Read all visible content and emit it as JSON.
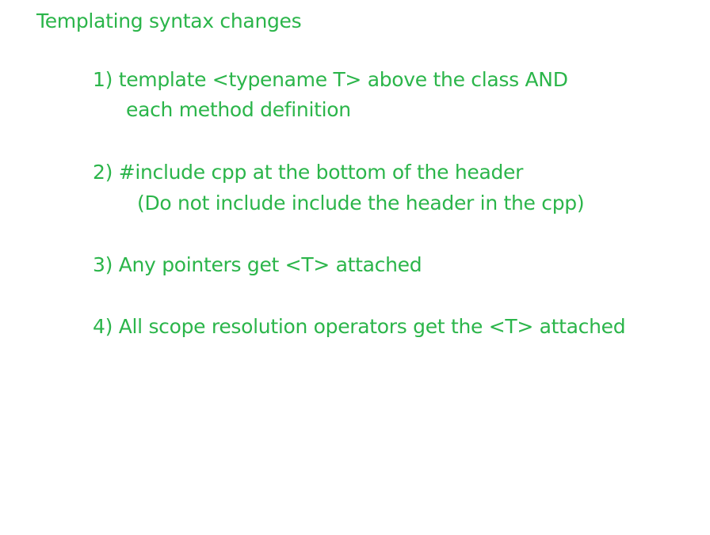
{
  "theme": {
    "text_color": "#2bb54a",
    "background": "#ffffff"
  },
  "note": {
    "title": "Templating syntax changes",
    "items": [
      {
        "line1": "1) template <typename T> above the class AND",
        "line2": "each method definition"
      },
      {
        "line1": "2) #include cpp at the bottom of the header",
        "line2": "(Do not include include the header in the cpp)"
      },
      {
        "line1": "3) Any pointers get <T> attached"
      },
      {
        "line1": "4) All scope resolution operators get the <T> attached"
      }
    ]
  }
}
